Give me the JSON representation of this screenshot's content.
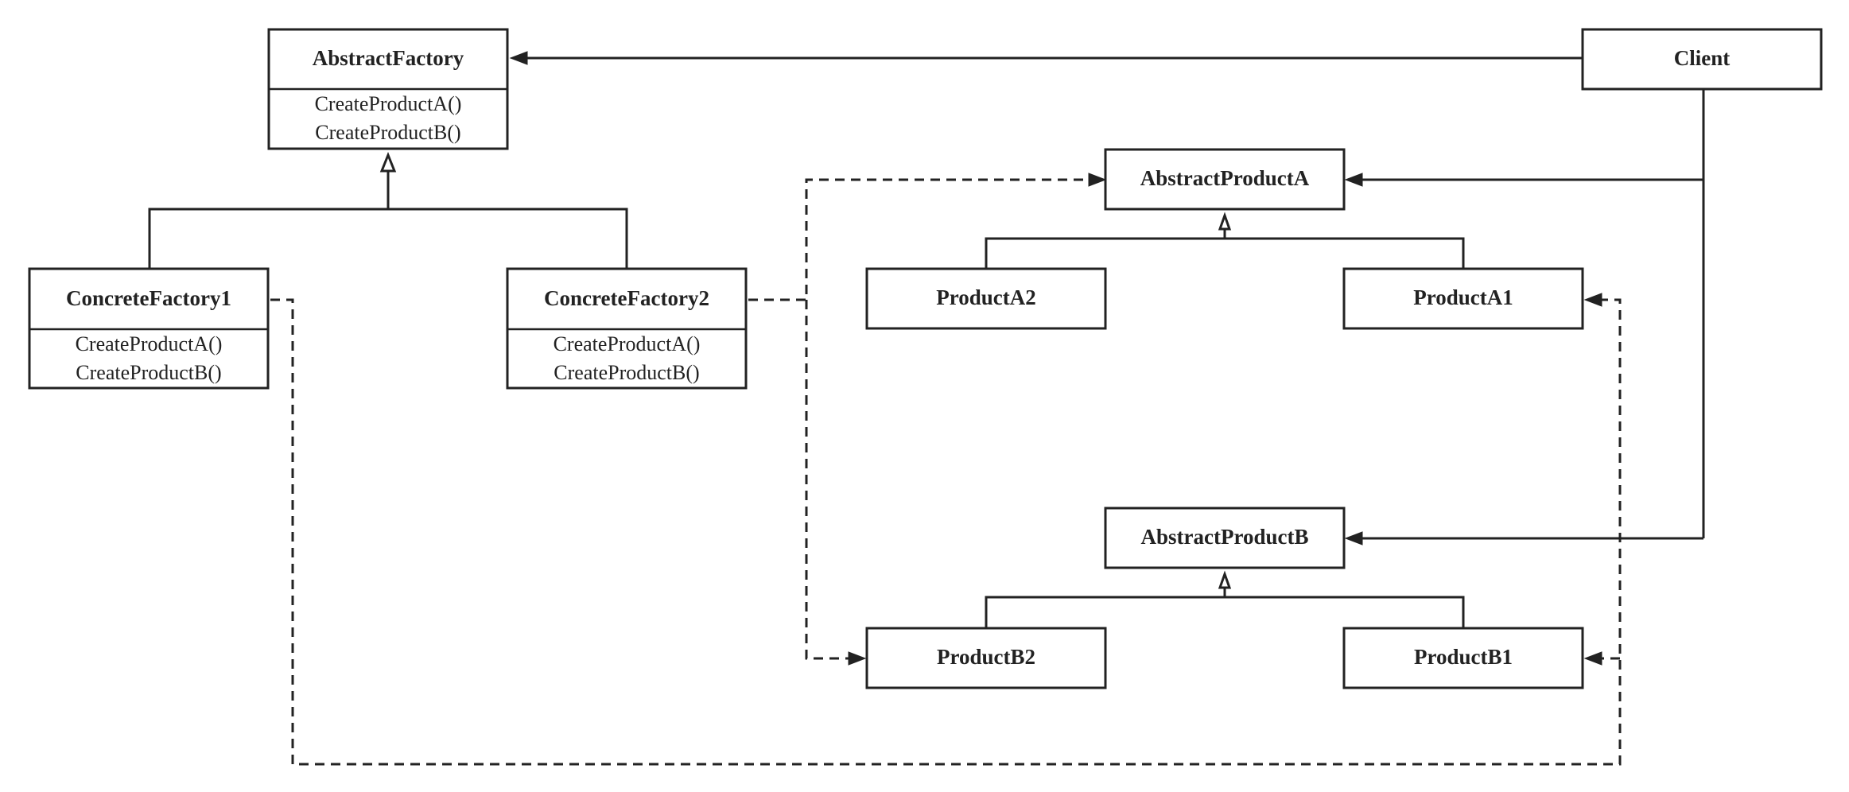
{
  "classes": {
    "abstract_factory": {
      "name": "AbstractFactory",
      "methods": [
        "CreateProductA()",
        "CreateProductB()"
      ]
    },
    "concrete_factory_1": {
      "name": "ConcreteFactory1",
      "methods": [
        "CreateProductA()",
        "CreateProductB()"
      ]
    },
    "concrete_factory_2": {
      "name": "ConcreteFactory2",
      "methods": [
        "CreateProductA()",
        "CreateProductB()"
      ]
    },
    "client": {
      "name": "Client"
    },
    "abstract_product_a": {
      "name": "AbstractProductA"
    },
    "product_a2": {
      "name": "ProductA2"
    },
    "product_a1": {
      "name": "ProductA1"
    },
    "abstract_product_b": {
      "name": "AbstractProductB"
    },
    "product_b2": {
      "name": "ProductB2"
    },
    "product_b1": {
      "name": "ProductB1"
    }
  },
  "relationships": [
    {
      "from": "Client",
      "to": "AbstractFactory",
      "kind": "association"
    },
    {
      "from": "Client",
      "to": "AbstractProductA",
      "kind": "association"
    },
    {
      "from": "Client",
      "to": "AbstractProductB",
      "kind": "association"
    },
    {
      "from": "ConcreteFactory1",
      "to": "AbstractFactory",
      "kind": "generalization"
    },
    {
      "from": "ConcreteFactory2",
      "to": "AbstractFactory",
      "kind": "generalization"
    },
    {
      "from": "ProductA2",
      "to": "AbstractProductA",
      "kind": "generalization"
    },
    {
      "from": "ProductA1",
      "to": "AbstractProductA",
      "kind": "generalization"
    },
    {
      "from": "ProductB2",
      "to": "AbstractProductB",
      "kind": "generalization"
    },
    {
      "from": "ProductB1",
      "to": "AbstractProductB",
      "kind": "generalization"
    },
    {
      "from": "ConcreteFactory2",
      "to": "AbstractProductA",
      "kind": "dependency"
    },
    {
      "from": "ConcreteFactory2",
      "to": "ProductB2",
      "kind": "dependency"
    },
    {
      "from": "ConcreteFactory1",
      "to": "ProductA1",
      "kind": "dependency"
    },
    {
      "from": "ConcreteFactory1",
      "to": "ProductB1",
      "kind": "dependency"
    }
  ],
  "colors": {
    "line": "#222222",
    "background": "#ffffff"
  }
}
